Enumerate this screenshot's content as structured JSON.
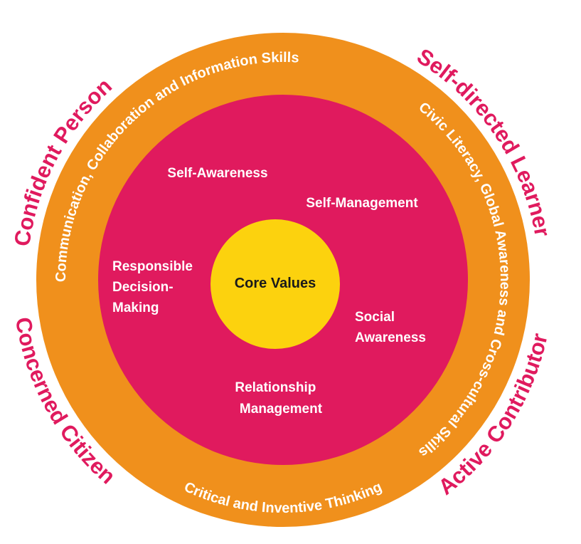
{
  "colors": {
    "outer_ring": "#F0901C",
    "middle_disc": "#E01A5E",
    "core": "#FCD20E",
    "outcome_text": "#E01A5E",
    "light_text": "#FFFFFF",
    "core_text": "#1A1A1A"
  },
  "outcomes": {
    "confident_person": "Confident Person",
    "self_directed_learner": "Self-directed Learner",
    "concerned_citizen": "Concerned Citizen",
    "active_contributor": "Active Contributor"
  },
  "skills": {
    "communication": "Communication, Collaboration and Information Skills",
    "civic_literacy": "Civic Literacy, Global Awareness and Cross-cultural Skills",
    "critical_thinking": "Critical and Inventive Thinking"
  },
  "competencies": {
    "self_awareness": "Self-Awareness",
    "self_management": "Self-Management",
    "responsible_decision_making": [
      "Responsible",
      "Decision-",
      "Making"
    ],
    "social_awareness": [
      "Social",
      "Awareness"
    ],
    "relationship_management": [
      "Relationship",
      "Management"
    ]
  },
  "core": {
    "label": "Core Values"
  }
}
